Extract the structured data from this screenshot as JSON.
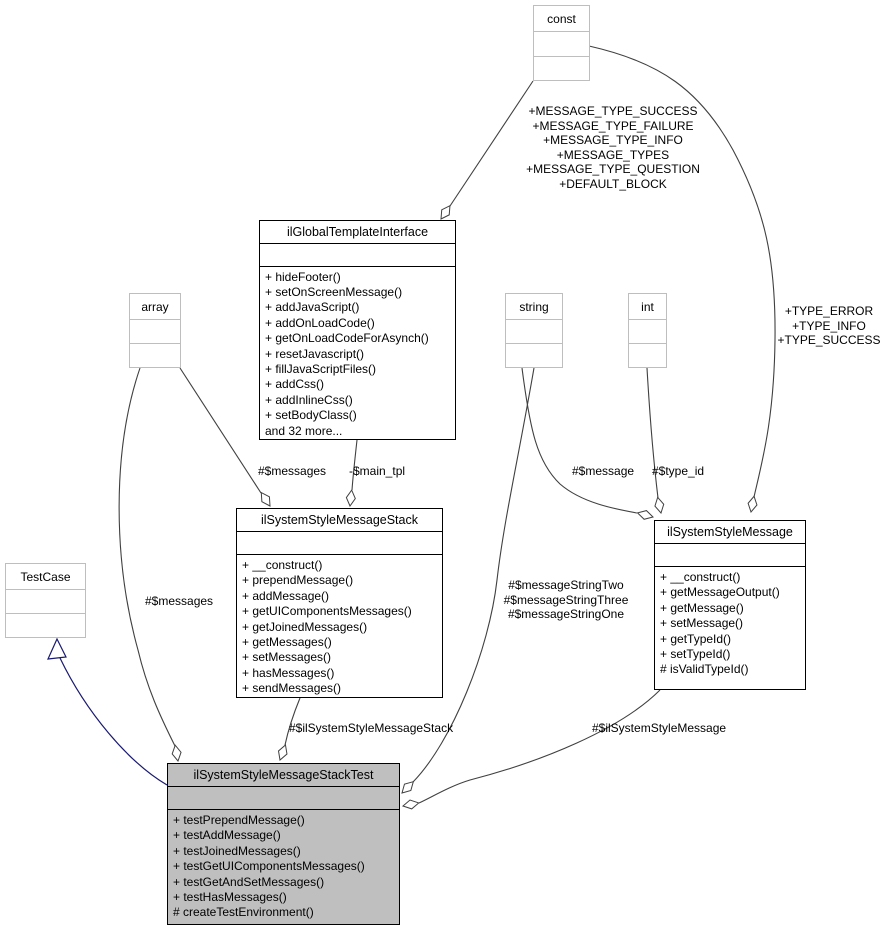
{
  "colors": {
    "edge_color": "#404040",
    "inheritance_edge": "#191970",
    "class_border": "#000000",
    "external_border": "#bebebe",
    "highlight_fill": "#bfbfbf",
    "box_fill": "#ffffff"
  },
  "classes": {
    "const_t": {
      "name": "const"
    },
    "array_t": {
      "name": "array"
    },
    "string_t": {
      "name": "string"
    },
    "int_t": {
      "name": "int"
    },
    "testcase_t": {
      "name": "TestCase"
    },
    "gti": {
      "name": "ilGlobalTemplateInterface",
      "methods": [
        "+ hideFooter()",
        "+ setOnScreenMessage()",
        "+ addJavaScript()",
        "+ addOnLoadCode()",
        "+ getOnLoadCodeForAsynch()",
        "+ resetJavascript()",
        "+ fillJavaScriptFiles()",
        "+ addCss()",
        "+ addInlineCss()",
        "+ setBodyClass()",
        "and 32 more..."
      ]
    },
    "stack": {
      "name": "ilSystemStyleMessageStack",
      "methods": [
        "+ __construct()",
        "+ prependMessage()",
        "+ addMessage()",
        "+ getUIComponentsMessages()",
        "+ getJoinedMessages()",
        "+ getMessages()",
        "+ setMessages()",
        "+ hasMessages()",
        "+ sendMessages()"
      ]
    },
    "message": {
      "name": "ilSystemStyleMessage",
      "methods": [
        "+ __construct()",
        "+ getMessageOutput()",
        "+ getMessage()",
        "+ setMessage()",
        "+ getTypeId()",
        "+ setTypeId()",
        "# isValidTypeId()"
      ]
    },
    "test": {
      "name": "ilSystemStyleMessageStackTest",
      "methods": [
        "+ testPrependMessage()",
        "+ testAddMessage()",
        "+ testJoinedMessages()",
        "+ testGetUIComponentsMessages()",
        "+ testGetAndSetMessages()",
        "+ testHasMessages()",
        "# createTestEnvironment()"
      ]
    }
  },
  "edge_labels": {
    "const_to_interface": "+MESSAGE_TYPE_SUCCESS\n+MESSAGE_TYPE_FAILURE\n+MESSAGE_TYPE_INFO\n+MESSAGE_TYPES\n+MESSAGE_TYPE_QUESTION\n+DEFAULT_BLOCK",
    "const_to_message": "+TYPE_ERROR\n+TYPE_INFO\n+TYPE_SUCCESS",
    "messages_to_stack": "#$messages",
    "main_tpl": "-$main_tpl",
    "message_var": "#$message",
    "type_id": "#$type_id",
    "messages_to_test": "#$messages",
    "message_strings": "#$messageStringTwo\n#$messageStringThree\n#$messageStringOne",
    "stack_member": "#$ilSystemStyleMessageStack",
    "message_member": "#$ilSystemStyleMessage"
  }
}
